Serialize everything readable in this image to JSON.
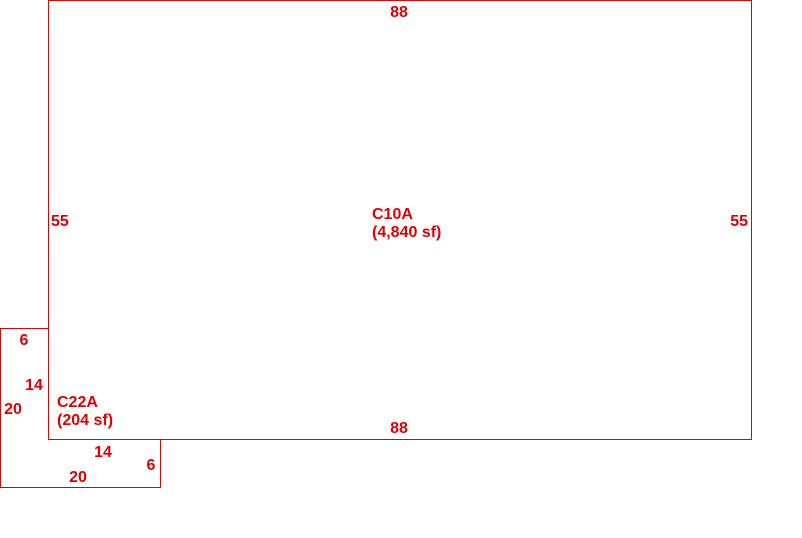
{
  "areas": {
    "main": {
      "label": "C10A",
      "area": "(4,840 sf)",
      "dims": {
        "top": "88",
        "bottom": "88",
        "left": "55",
        "right": "55"
      }
    },
    "small": {
      "label": "C22A",
      "area": "(204 sf)",
      "dims": {
        "top": "6",
        "inner_vertical": "14",
        "outer_vertical": "20",
        "inner_horizontal": "14",
        "right": "6",
        "bottom": "20"
      }
    }
  },
  "colors": {
    "line": "#e00000",
    "text": "#e00000",
    "background": "#ffffff"
  }
}
